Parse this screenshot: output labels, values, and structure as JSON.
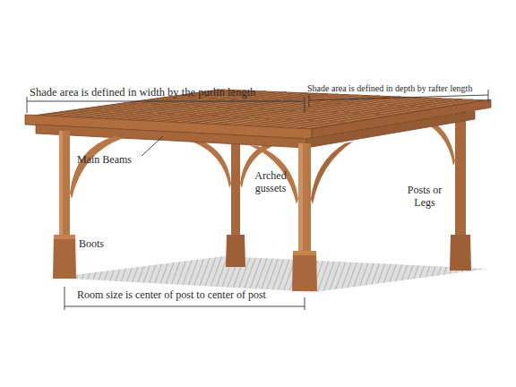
{
  "diagram": {
    "labels": [
      "Shade area is defined in width by the purlin length",
      "Shade area is defined in depth by rafter length",
      "Main Beams",
      "Arched gussets",
      "Posts or Legs",
      "Boots",
      "Room size is center of post to center of post"
    ]
  }
}
